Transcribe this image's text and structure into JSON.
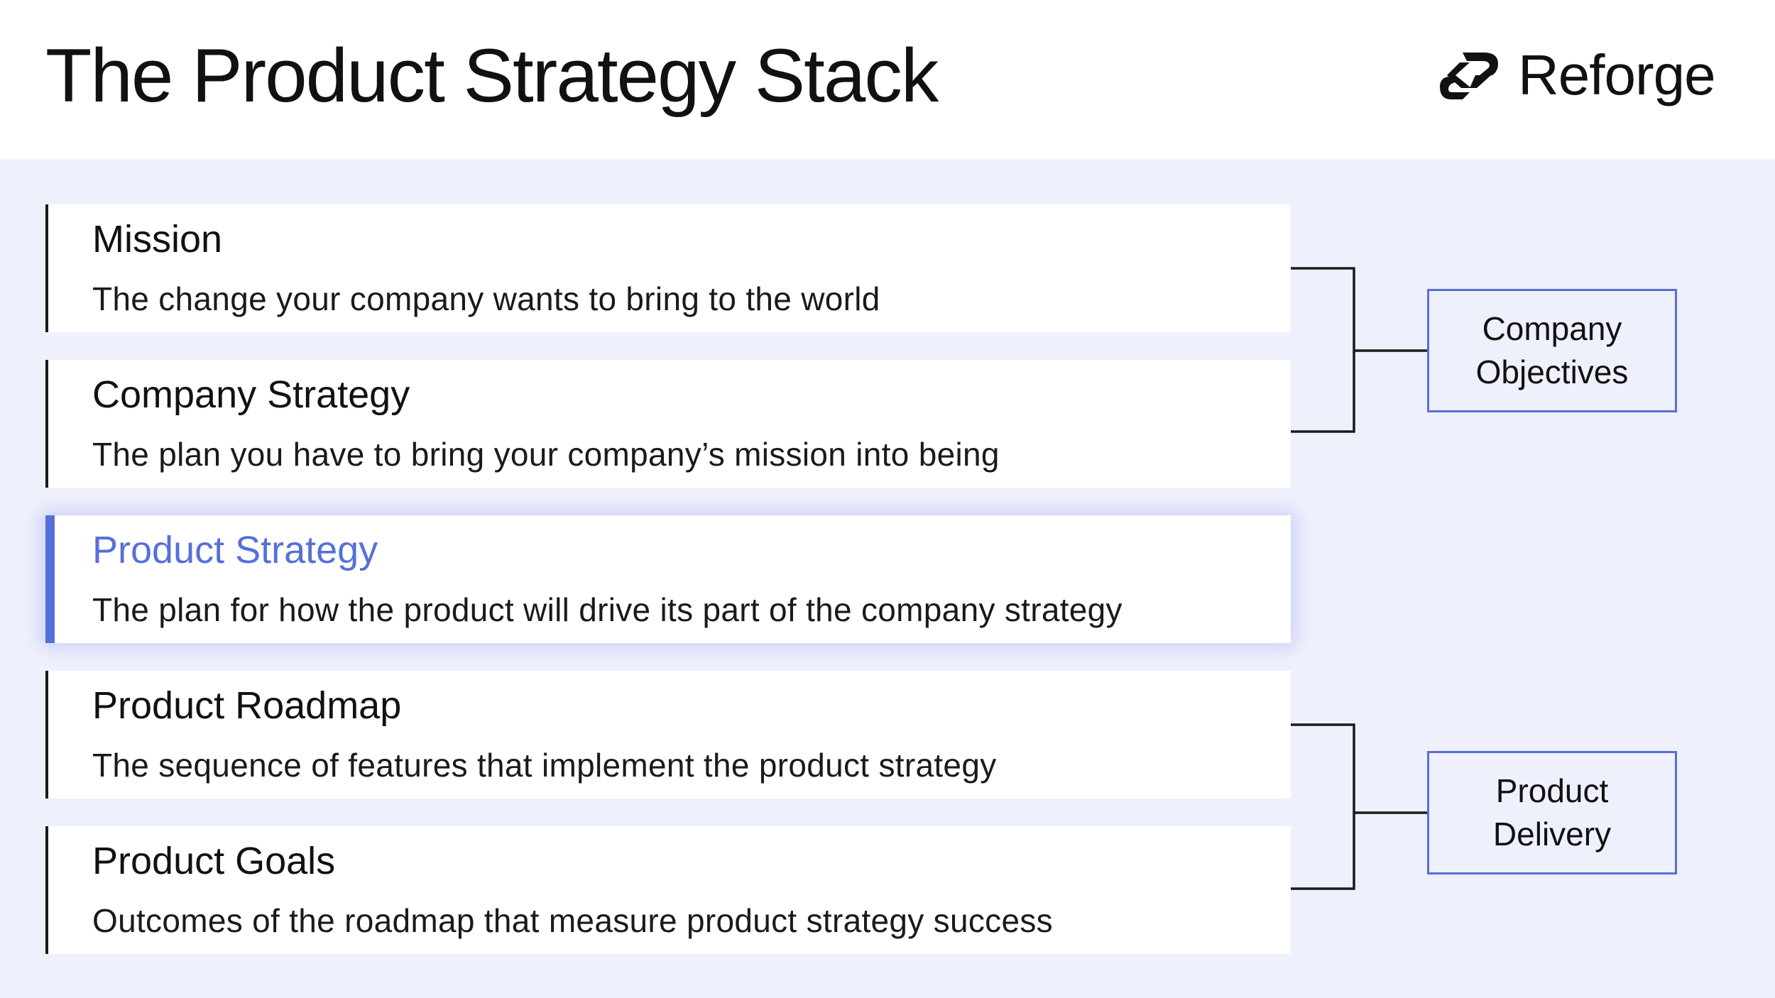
{
  "header": {
    "title": "The Product Strategy Stack",
    "logo_icon": "reforge-logo-icon",
    "logo_text": "Reforge"
  },
  "colors": {
    "accent": "#5670d8",
    "panel_background": "#eef0fc",
    "card_background": "#ffffff",
    "text": "#111111"
  },
  "stack": [
    {
      "title": "Mission",
      "description": "The change your company wants to bring to the world",
      "highlighted": false
    },
    {
      "title": "Company Strategy",
      "description": "The plan you have to bring your company’s mission into being",
      "highlighted": false
    },
    {
      "title": "Product Strategy",
      "description": "The plan for how the product will drive its part of the company strategy",
      "highlighted": true
    },
    {
      "title": "Product Roadmap",
      "description": "The sequence of features that implement the product strategy",
      "highlighted": false
    },
    {
      "title": "Product Goals",
      "description": "Outcomes of the roadmap that measure product strategy success",
      "highlighted": false
    }
  ],
  "groups": [
    {
      "label": "Company Objectives",
      "spans": [
        "Mission",
        "Company Strategy"
      ]
    },
    {
      "label": "Product Delivery",
      "spans": [
        "Product Roadmap",
        "Product Goals"
      ]
    }
  ]
}
